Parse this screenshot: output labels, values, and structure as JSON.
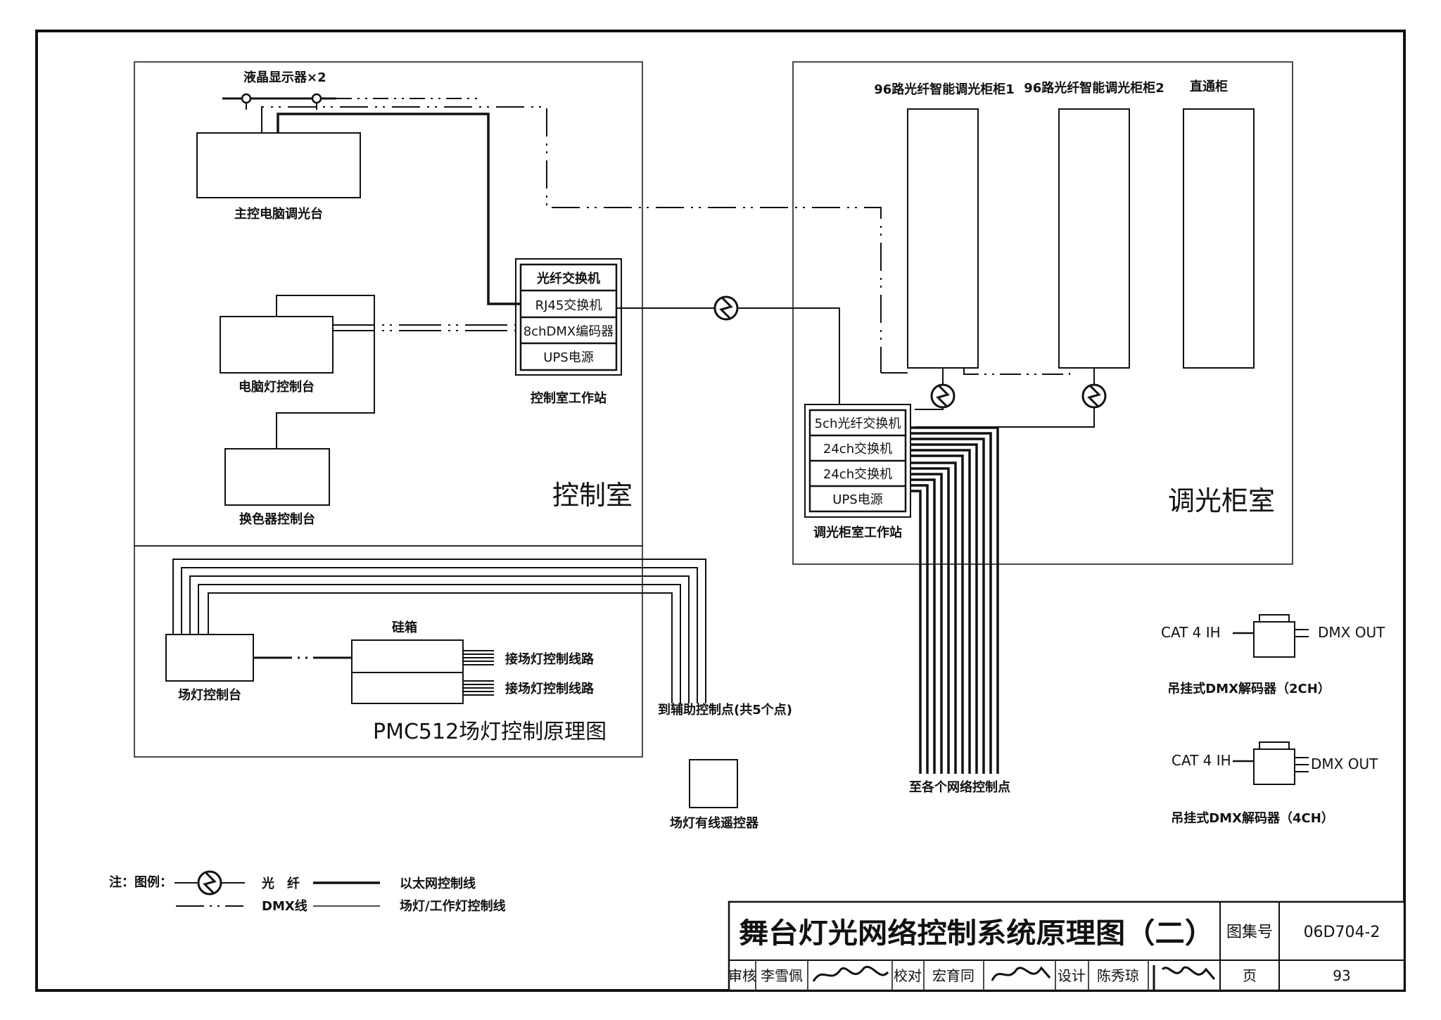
{
  "control_room": {
    "name": "控制室",
    "lcd_label": "液晶显示器×2",
    "main_console": "主控电脑调光台",
    "computer_light_console": "电脑灯控制台",
    "color_changer_console": "换色器控制台",
    "workstation": {
      "label": "控制室工作站",
      "rows": [
        "光纤交换机",
        "RJ45交换机",
        "8chDMX编码器",
        "UPS电源"
      ]
    }
  },
  "dimmer_room": {
    "name": "调光柜室",
    "cabinet1": "96路光纤智能调光柜柜1",
    "cabinet2": "96路光纤智能调光柜柜2",
    "direct_cabinet": "直通柜",
    "workstation": {
      "label": "调光柜室工作站",
      "rows": [
        "5ch光纤交换机",
        "24ch交换机",
        "24ch交换机",
        "UPS电源"
      ]
    },
    "network_points": "至各个网络控制点"
  },
  "pmc": {
    "title": "PMC512场灯控制原理图",
    "console": "场灯控制台",
    "box": "硅箱",
    "line1": "接场灯控制线路",
    "line2": "接场灯控制线路",
    "aux": "到辅助控制点(共5个点)",
    "remote": "场灯有线遥控器"
  },
  "decoders": {
    "d1_in": "CAT 4 IH",
    "d1_out": "DMX OUT",
    "d1_label": "吊挂式DMX解码器（2CH）",
    "d2_in": "CAT 4 IH",
    "d2_out": "DMX OUT",
    "d2_label": "吊挂式DMX解码器（4CH）"
  },
  "legend": {
    "note": "注：图例：",
    "fiber": "光　纤",
    "dmx": "DMX线",
    "ethernet": "以太网控制线",
    "field": "场灯/工作灯控制线"
  },
  "title_block": {
    "title": "舞台灯光网络控制系统原理图（二）",
    "atlas_label": "图集号",
    "atlas_no": "06D704-2",
    "review": "审核",
    "reviewer": "李雪佩",
    "check": "校对",
    "checker": "宏育同",
    "design": "设计",
    "designer": "陈秀琼",
    "page_label": "页",
    "page_no": "93"
  }
}
